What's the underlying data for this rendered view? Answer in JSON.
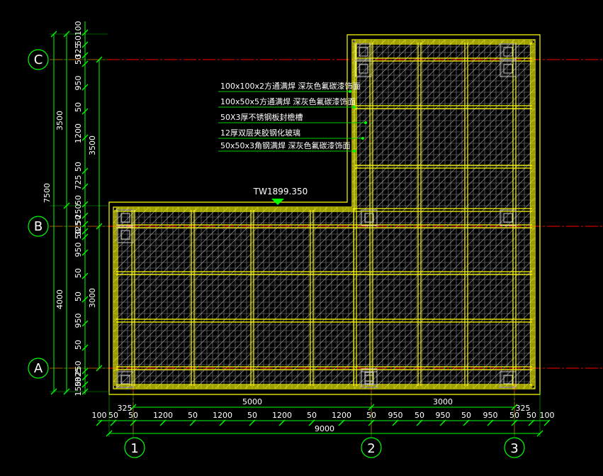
{
  "colors": {
    "background": "#000000",
    "frame": "#ffff00",
    "grid": "#a0a0a0",
    "dimension": "#00ff00",
    "axis_line": "#ff0000",
    "leader": "#00cc00",
    "text": "#ffffff"
  },
  "axes": {
    "rows": [
      "C",
      "B",
      "A"
    ],
    "cols": [
      "1",
      "2",
      "3"
    ]
  },
  "elevation_tag": "TW1899.350",
  "annotations": [
    "100x100x2方通满焊  深灰色氟碳漆饰面",
    "100x50x5方通满焊  深灰色氟碳漆饰面",
    "50X3厚不锈钢板封檐槽",
    "12厚双层夹胶钢化玻璃",
    "50x50x3角钢满焊  深灰色氟碳漆饰面"
  ],
  "dims_left": {
    "far": [
      "7500"
    ],
    "outer": [
      "3500",
      "4000"
    ],
    "mid": [
      "3500",
      "3000"
    ],
    "inner_top": [
      "100",
      "50",
      "325",
      "50",
      "950",
      "50",
      "1200",
      "50",
      "725",
      "50",
      "250",
      "50"
    ],
    "inner_bottom": [
      "325",
      "50",
      "950",
      "50",
      "50",
      "950",
      "50",
      "250",
      "325",
      "50",
      "150"
    ]
  },
  "dims_bottom": {
    "row1": [
      "100",
      "50",
      "50",
      "1200",
      "50",
      "1200",
      "50",
      "1200",
      "50",
      "1200",
      "50",
      "950",
      "50",
      "950",
      "50",
      "950",
      "50",
      "50",
      "100"
    ],
    "row1_small": [
      "325",
      "325"
    ],
    "row2": [
      "5000",
      "3000"
    ],
    "overall": "9000"
  }
}
